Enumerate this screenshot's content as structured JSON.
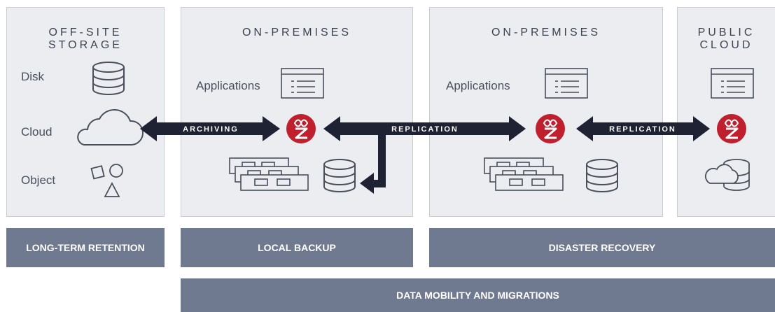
{
  "panels": {
    "offsite": {
      "title_line1": "OFF-SITE",
      "title_line2": "STORAGE",
      "items": {
        "disk": "Disk",
        "cloud": "Cloud",
        "object": "Object"
      }
    },
    "onprem1": {
      "title": "ON-PREMISES",
      "applications": "Applications"
    },
    "onprem2": {
      "title": "ON-PREMISES",
      "applications": "Applications"
    },
    "public": {
      "title_line1": "PUBLIC",
      "title_line2": "CLOUD"
    }
  },
  "arrows": {
    "archiving": "ARCHIVING",
    "replication1": "REPLICATION",
    "replication2": "REPLICATION"
  },
  "bars": {
    "long_term": "LONG-TERM RETENTION",
    "local_backup": "LOCAL BACKUP",
    "disaster_recovery": "DISASTER RECOVERY",
    "data_mobility": "DATA MOBILITY AND MIGRATIONS"
  },
  "colors": {
    "panel": "#ecedf1",
    "bar": "#6f7a91",
    "arrow": "#1e2233",
    "zerto_red": "#c0202e"
  }
}
